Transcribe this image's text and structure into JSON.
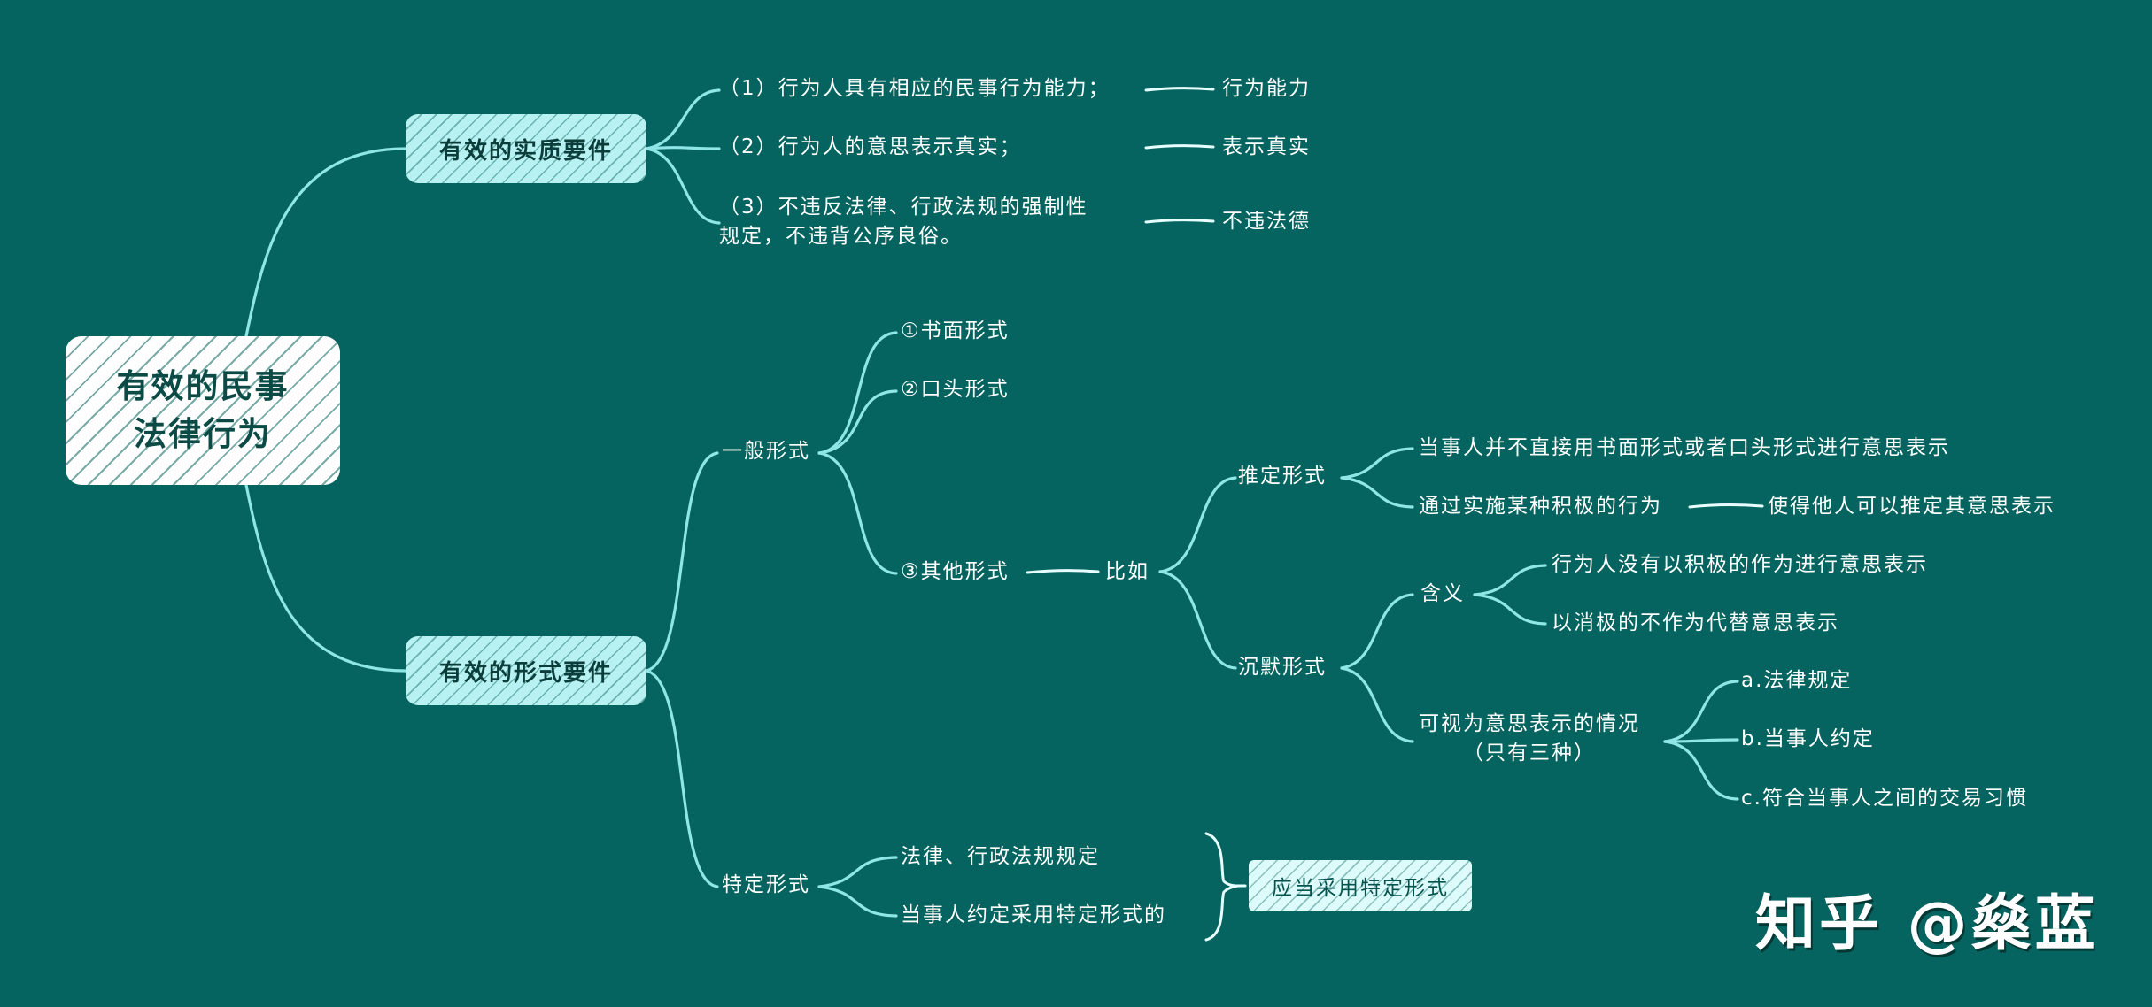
{
  "root": {
    "line1": "有效的民事",
    "line2": "法律行为"
  },
  "substance": {
    "title": "有效的实质要件",
    "items": [
      {
        "text": "（1）行为人具有相应的民事行为能力；",
        "key": "行为能力"
      },
      {
        "text": "（2）行为人的意思表示真实；",
        "key": "表示真实"
      },
      {
        "line1": "（3）不违反法律、行政法规的强制性",
        "line2": "规定，不违背公序良俗。",
        "key": "不违法德"
      }
    ]
  },
  "form": {
    "title": "有效的形式要件",
    "general": {
      "label": "一般形式",
      "written": "①书面形式",
      "oral": "②口头形式",
      "other": "③其他形式",
      "example": "比如",
      "presumed": {
        "label": "推定形式",
        "item1": "当事人并不直接用书面形式或者口头形式进行意思表示",
        "item2": "通过实施某种积极的行为",
        "item2_result": "使得他人可以推定其意思表示"
      },
      "silence": {
        "label": "沉默形式",
        "meaning": {
          "label": "含义",
          "item1": "行为人没有以积极的作为进行意思表示",
          "item2": "以消极的不作为代替意思表示"
        },
        "cases": {
          "line1": "可视为意思表示的情况",
          "line2": "（只有三种）",
          "a": "a.法律规定",
          "b": "b.当事人约定",
          "c": "c.符合当事人之间的交易习惯"
        }
      }
    },
    "special": {
      "label": "特定形式",
      "item1": "法律、行政法规规定",
      "item2": "当事人约定采用特定形式的",
      "conclusion": "应当采用特定形式"
    }
  },
  "watermark": "知乎 @燊蓝"
}
